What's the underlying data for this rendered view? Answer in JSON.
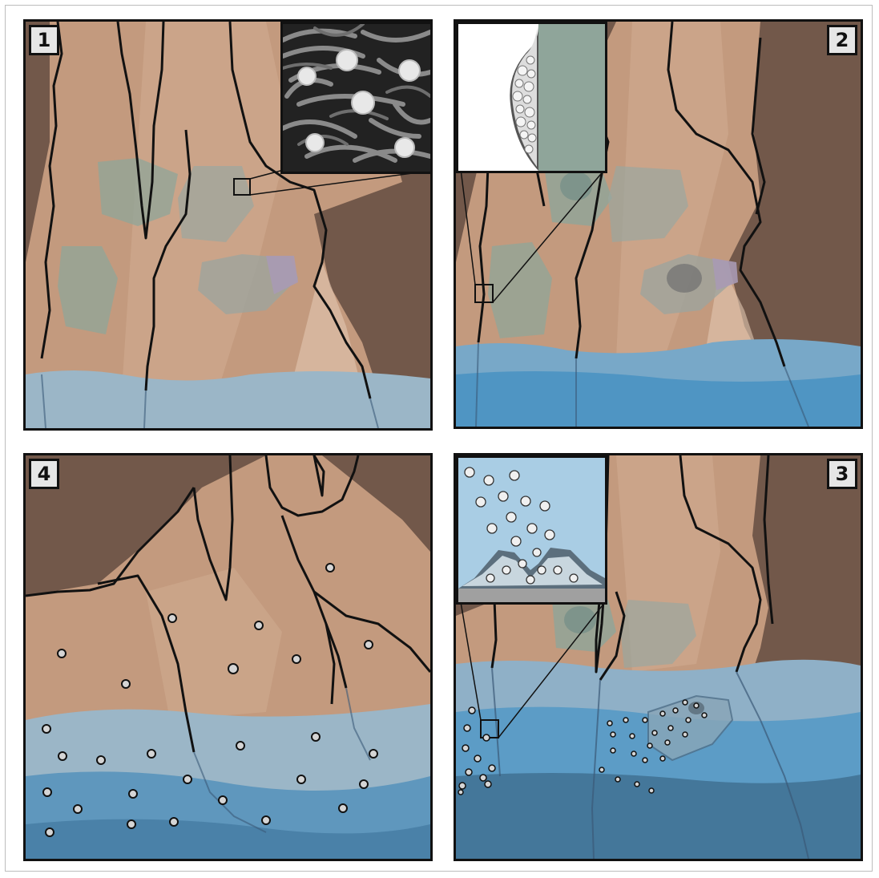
{
  "figure": {
    "panels": [
      {
        "id": "panel-1",
        "label": "1"
      },
      {
        "id": "panel-2",
        "label": "2"
      },
      {
        "id": "panel-4",
        "label": "4"
      },
      {
        "id": "panel-3",
        "label": "3"
      }
    ]
  },
  "colors": {
    "rock_dark": "#72584a",
    "rock_light": "#c9a287",
    "rock_mid": "#b98e72",
    "glass_green": "#8fa59a",
    "glass_purple": "#a99ab4",
    "water_pale": "#9bb6c7",
    "water_blue": "#4f95c3",
    "water_deep": "#3d6f90",
    "crack": "#111111",
    "particle": "#d5d5d5"
  },
  "icons": [
    "crack-line",
    "crystal-particle",
    "zoom-inset"
  ]
}
